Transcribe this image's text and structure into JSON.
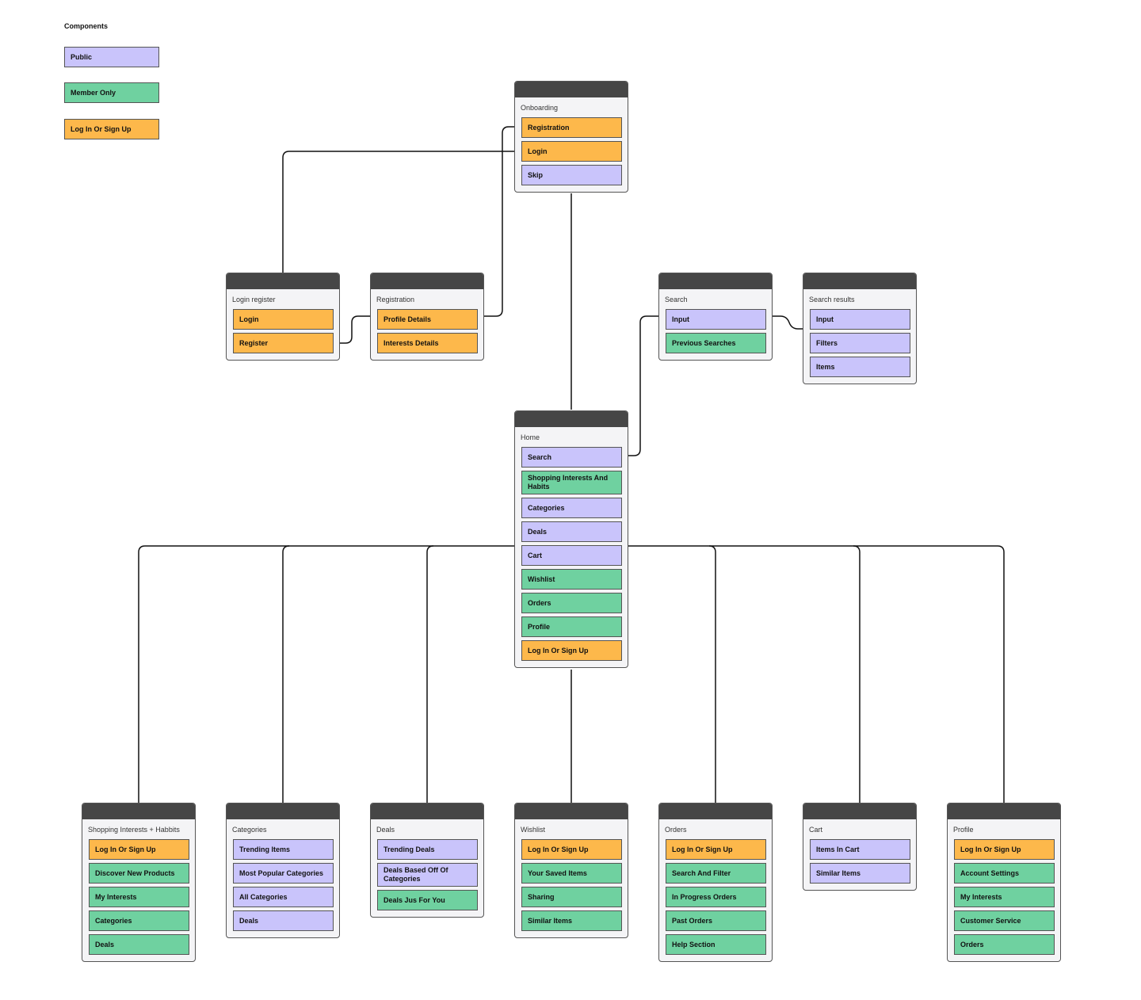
{
  "legend": {
    "title": "Components",
    "items": [
      {
        "label": "Public",
        "kind": "public"
      },
      {
        "label": "Member Only",
        "kind": "member"
      },
      {
        "label": "Log In Or Sign Up",
        "kind": "login"
      }
    ]
  },
  "colors": {
    "public": "#c9c4fb",
    "member": "#6fd1a0",
    "login": "#fdb84b",
    "header": "#464646"
  },
  "cards": {
    "onboarding": {
      "title": "Onboarding",
      "items": [
        {
          "label": "Registration",
          "kind": "login"
        },
        {
          "label": "Login",
          "kind": "login"
        },
        {
          "label": "Skip",
          "kind": "public"
        }
      ]
    },
    "login_register": {
      "title": "Login register",
      "items": [
        {
          "label": "Login",
          "kind": "login"
        },
        {
          "label": "Register",
          "kind": "login"
        }
      ]
    },
    "registration": {
      "title": "Registration",
      "items": [
        {
          "label": "Profile Details",
          "kind": "login"
        },
        {
          "label": "Interests Details",
          "kind": "login"
        }
      ]
    },
    "search": {
      "title": "Search",
      "items": [
        {
          "label": "Input",
          "kind": "public"
        },
        {
          "label": "Previous Searches",
          "kind": "member"
        }
      ]
    },
    "search_results": {
      "title": "Search results",
      "items": [
        {
          "label": "Input",
          "kind": "public"
        },
        {
          "label": "Filters",
          "kind": "public"
        },
        {
          "label": "Items",
          "kind": "public"
        }
      ]
    },
    "home": {
      "title": "Home",
      "items": [
        {
          "label": "Search",
          "kind": "public"
        },
        {
          "label": "Shopping Interests And Habits",
          "kind": "member"
        },
        {
          "label": "Categories",
          "kind": "public"
        },
        {
          "label": "Deals",
          "kind": "public"
        },
        {
          "label": "Cart",
          "kind": "public"
        },
        {
          "label": "Wishlist",
          "kind": "member"
        },
        {
          "label": "Orders",
          "kind": "member"
        },
        {
          "label": "Profile",
          "kind": "member"
        },
        {
          "label": "Log In Or Sign Up",
          "kind": "login"
        }
      ]
    },
    "shopping": {
      "title": "Shopping Interests + Habbits",
      "items": [
        {
          "label": "Log In Or Sign Up",
          "kind": "login"
        },
        {
          "label": "Discover New Products",
          "kind": "member"
        },
        {
          "label": "My Interests",
          "kind": "member"
        },
        {
          "label": "Categories",
          "kind": "member"
        },
        {
          "label": "Deals",
          "kind": "member"
        }
      ]
    },
    "categories": {
      "title": "Categories",
      "items": [
        {
          "label": "Trending Items",
          "kind": "public"
        },
        {
          "label": "Most Popular Categories",
          "kind": "public"
        },
        {
          "label": "All Categories",
          "kind": "public"
        },
        {
          "label": "Deals",
          "kind": "public"
        }
      ]
    },
    "deals": {
      "title": "Deals",
      "items": [
        {
          "label": "Trending Deals",
          "kind": "public"
        },
        {
          "label": "Deals Based Off Of Categories",
          "kind": "public"
        },
        {
          "label": "Deals Jus For You",
          "kind": "member"
        }
      ]
    },
    "wishlist": {
      "title": "Wishlist",
      "items": [
        {
          "label": "Log In Or Sign Up",
          "kind": "login"
        },
        {
          "label": "Your Saved Items",
          "kind": "member"
        },
        {
          "label": "Sharing",
          "kind": "member"
        },
        {
          "label": "Similar Items",
          "kind": "member"
        }
      ]
    },
    "orders": {
      "title": "Orders",
      "items": [
        {
          "label": "Log In Or Sign Up",
          "kind": "login"
        },
        {
          "label": "Search And Filter",
          "kind": "member"
        },
        {
          "label": "In Progress Orders",
          "kind": "member"
        },
        {
          "label": "Past Orders",
          "kind": "member"
        },
        {
          "label": "Help Section",
          "kind": "member"
        }
      ]
    },
    "cart": {
      "title": "Cart",
      "items": [
        {
          "label": "Items In Cart",
          "kind": "public"
        },
        {
          "label": "Similar Items",
          "kind": "public"
        }
      ]
    },
    "profile": {
      "title": "Profile",
      "items": [
        {
          "label": "Log In Or Sign Up",
          "kind": "login"
        },
        {
          "label": "Account Settings",
          "kind": "member"
        },
        {
          "label": "My Interests",
          "kind": "member"
        },
        {
          "label": "Customer Service",
          "kind": "member"
        },
        {
          "label": "Orders",
          "kind": "member"
        }
      ]
    }
  }
}
